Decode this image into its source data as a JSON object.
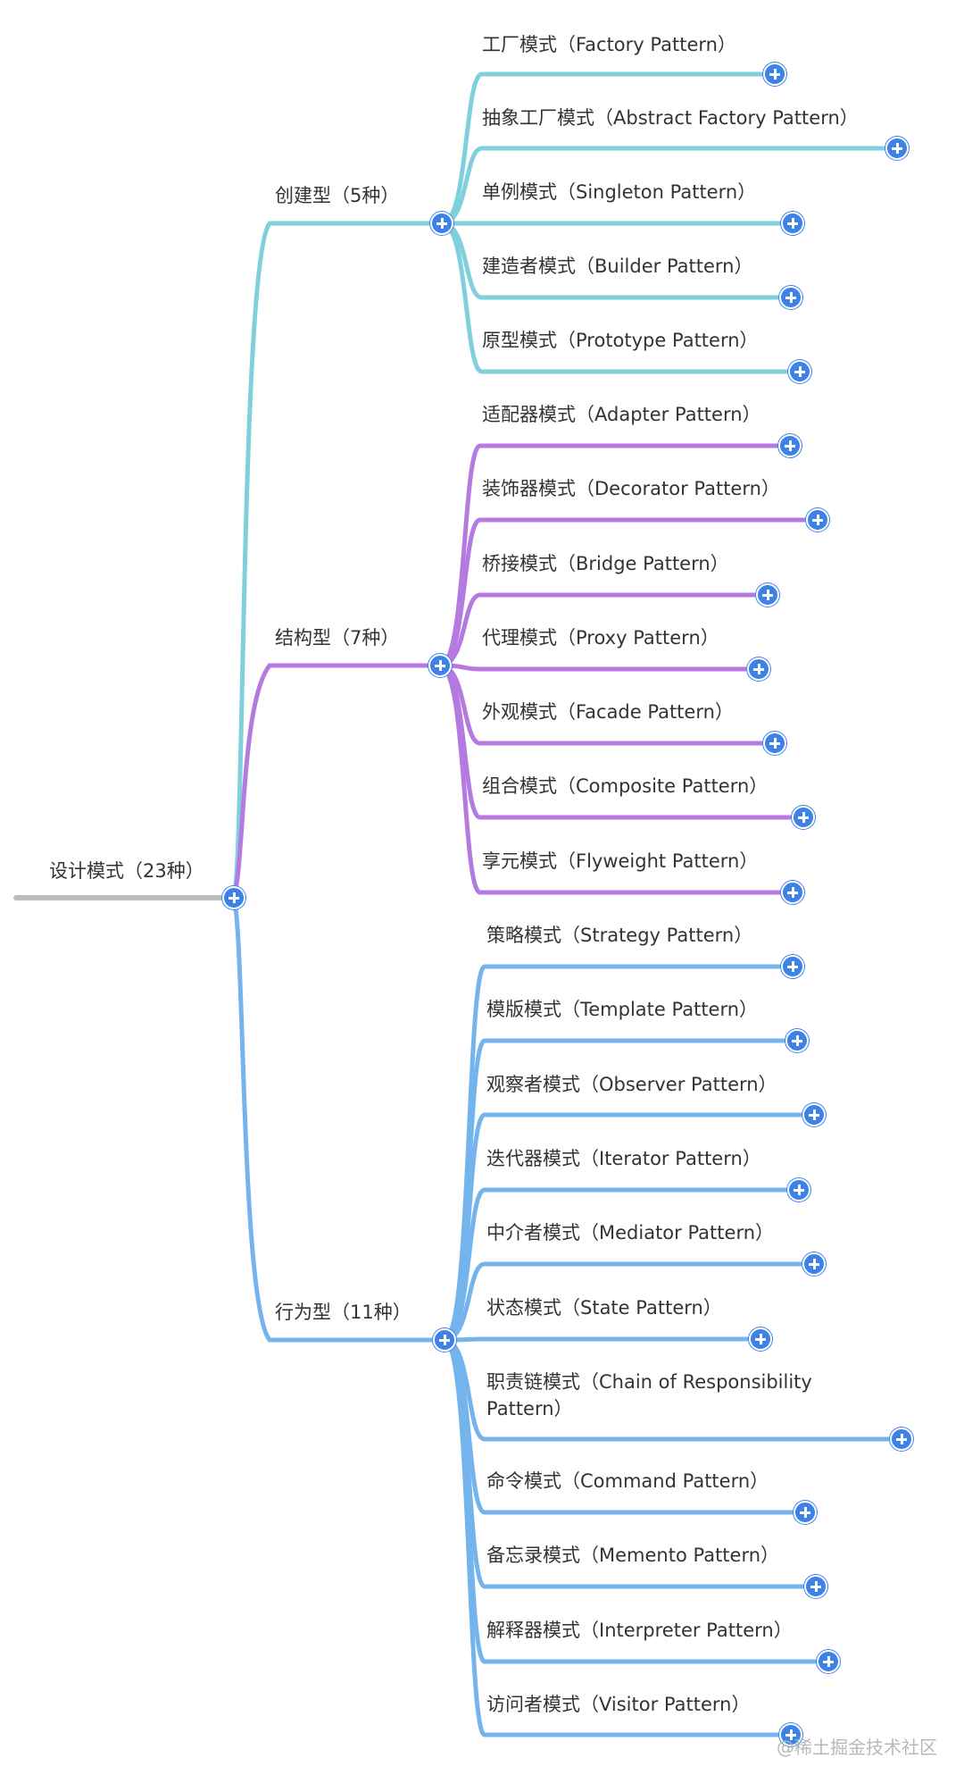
{
  "root": {
    "label": "设计模式（23种）",
    "color": "#bdbdbd"
  },
  "groups": [
    {
      "label": "创建型（5种）",
      "color": "#7fd0dc",
      "children": [
        "工厂模式（Factory Pattern）",
        "抽象工厂模式（Abstract Factory Pattern）",
        "单例模式（Singleton Pattern）",
        "建造者模式（Builder Pattern）",
        "原型模式（Prototype Pattern）"
      ]
    },
    {
      "label": "结构型（7种）",
      "color": "#b47ae0",
      "children": [
        "适配器模式（Adapter Pattern）",
        "装饰器模式（Decorator Pattern）",
        "桥接模式（Bridge Pattern）",
        "代理模式（Proxy Pattern）",
        "外观模式（Facade Pattern）",
        "组合模式（Composite Pattern）",
        "享元模式（Flyweight Pattern）"
      ]
    },
    {
      "label": "行为型（11种）",
      "color": "#74b4ec",
      "children": [
        "策略模式（Strategy Pattern）",
        "模版模式（Template Pattern）",
        "观察者模式（Observer Pattern）",
        "迭代器模式（Iterator Pattern）",
        "中介者模式（Mediator Pattern）",
        "状态模式（State Pattern）",
        "职责链模式（Chain of Responsibility Pattern）",
        "命令模式（Command Pattern）",
        "备忘录模式（Memento Pattern）",
        "解释器模式（Interpreter Pattern）",
        "访问者模式（Visitor Pattern）"
      ]
    }
  ],
  "expand_button_color": "#3d82e6",
  "watermark": "@稀土掘金技术社区"
}
